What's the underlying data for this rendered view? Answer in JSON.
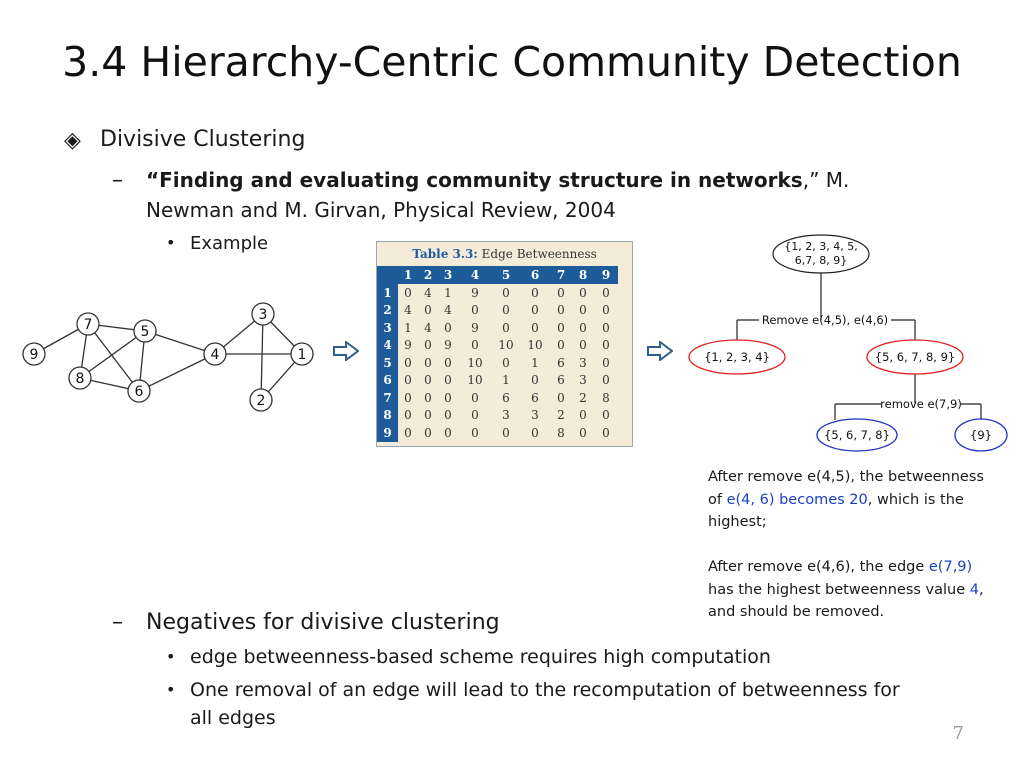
{
  "slide": {
    "title": "3.4 Hierarchy-Centric Community Detection",
    "bullet1": "Divisive Clustering",
    "ref_bold": "“Finding and evaluating community structure in networks",
    "ref_rest": ",” M.",
    "ref_line2": "Newman and M. Girvan, Physical Review, 2004",
    "example": "Example",
    "negatives": "Negatives for divisive clustering",
    "neg1": "edge betweenness-based scheme requires high computation",
    "neg2_line1": "One removal of an edge will lead to the recomputation of betweenness for",
    "neg2_line2": "all edges",
    "page_number": "7"
  },
  "graph": {
    "nodes": [
      "1",
      "2",
      "3",
      "4",
      "5",
      "6",
      "7",
      "8",
      "9"
    ]
  },
  "table": {
    "label": "Table 3.3:",
    "title": "Edge Betweenness",
    "headers": [
      "1",
      "2",
      "3",
      "4",
      "5",
      "6",
      "7",
      "8",
      "9"
    ],
    "rows": [
      {
        "h": "1",
        "cells": [
          "0",
          "4",
          "1",
          "9",
          "0",
          "0",
          "0",
          "0",
          "0"
        ]
      },
      {
        "h": "2",
        "cells": [
          "4",
          "0",
          "4",
          "0",
          "0",
          "0",
          "0",
          "0",
          "0"
        ]
      },
      {
        "h": "3",
        "cells": [
          "1",
          "4",
          "0",
          "9",
          "0",
          "0",
          "0",
          "0",
          "0"
        ]
      },
      {
        "h": "4",
        "cells": [
          "9",
          "0",
          "9",
          "0",
          "10",
          "10",
          "0",
          "0",
          "0"
        ]
      },
      {
        "h": "5",
        "cells": [
          "0",
          "0",
          "0",
          "10",
          "0",
          "1",
          "6",
          "3",
          "0"
        ]
      },
      {
        "h": "6",
        "cells": [
          "0",
          "0",
          "0",
          "10",
          "1",
          "0",
          "6",
          "3",
          "0"
        ]
      },
      {
        "h": "7",
        "cells": [
          "0",
          "0",
          "0",
          "0",
          "6",
          "6",
          "0",
          "2",
          "8"
        ]
      },
      {
        "h": "8",
        "cells": [
          "0",
          "0",
          "0",
          "0",
          "3",
          "3",
          "2",
          "0",
          "0"
        ]
      },
      {
        "h": "9",
        "cells": [
          "0",
          "0",
          "0",
          "0",
          "0",
          "0",
          "8",
          "0",
          "0"
        ]
      }
    ]
  },
  "tree": {
    "root_line1": "{1, 2, 3, 4, 5,",
    "root_line2": "6,7, 8, 9}",
    "edge1": "Remove e(4,5), e(4,6)",
    "left": "{1, 2, 3, 4}",
    "right": "{5, 6, 7, 8, 9}",
    "edge2": "remove e(7,9)",
    "left2": "{5, 6, 7, 8}",
    "right2": "{9}"
  },
  "note": {
    "p1_a": "After remove e(4,5),  the betweenness",
    "p1_b": "of ",
    "p1_c": "e(4, 6) becomes 20",
    "p1_d": ", which is the",
    "p1_e": "highest;",
    "p2_a": "After remove e(4,6),   the edge  ",
    "p2_b": "e(7,9)",
    "p2_c": "has the highest betweenness value ",
    "p2_d": "4",
    "p2_e": ",",
    "p2_f": "and should be removed."
  },
  "colors": {
    "arrow": "#2e5e8c",
    "red_ellipse": "#e02020",
    "blue_ellipse": "#2030c0",
    "table_header": "#1e5c99",
    "table_body": "#f4ecd8",
    "highlight_text": "#1a3fc4"
  }
}
